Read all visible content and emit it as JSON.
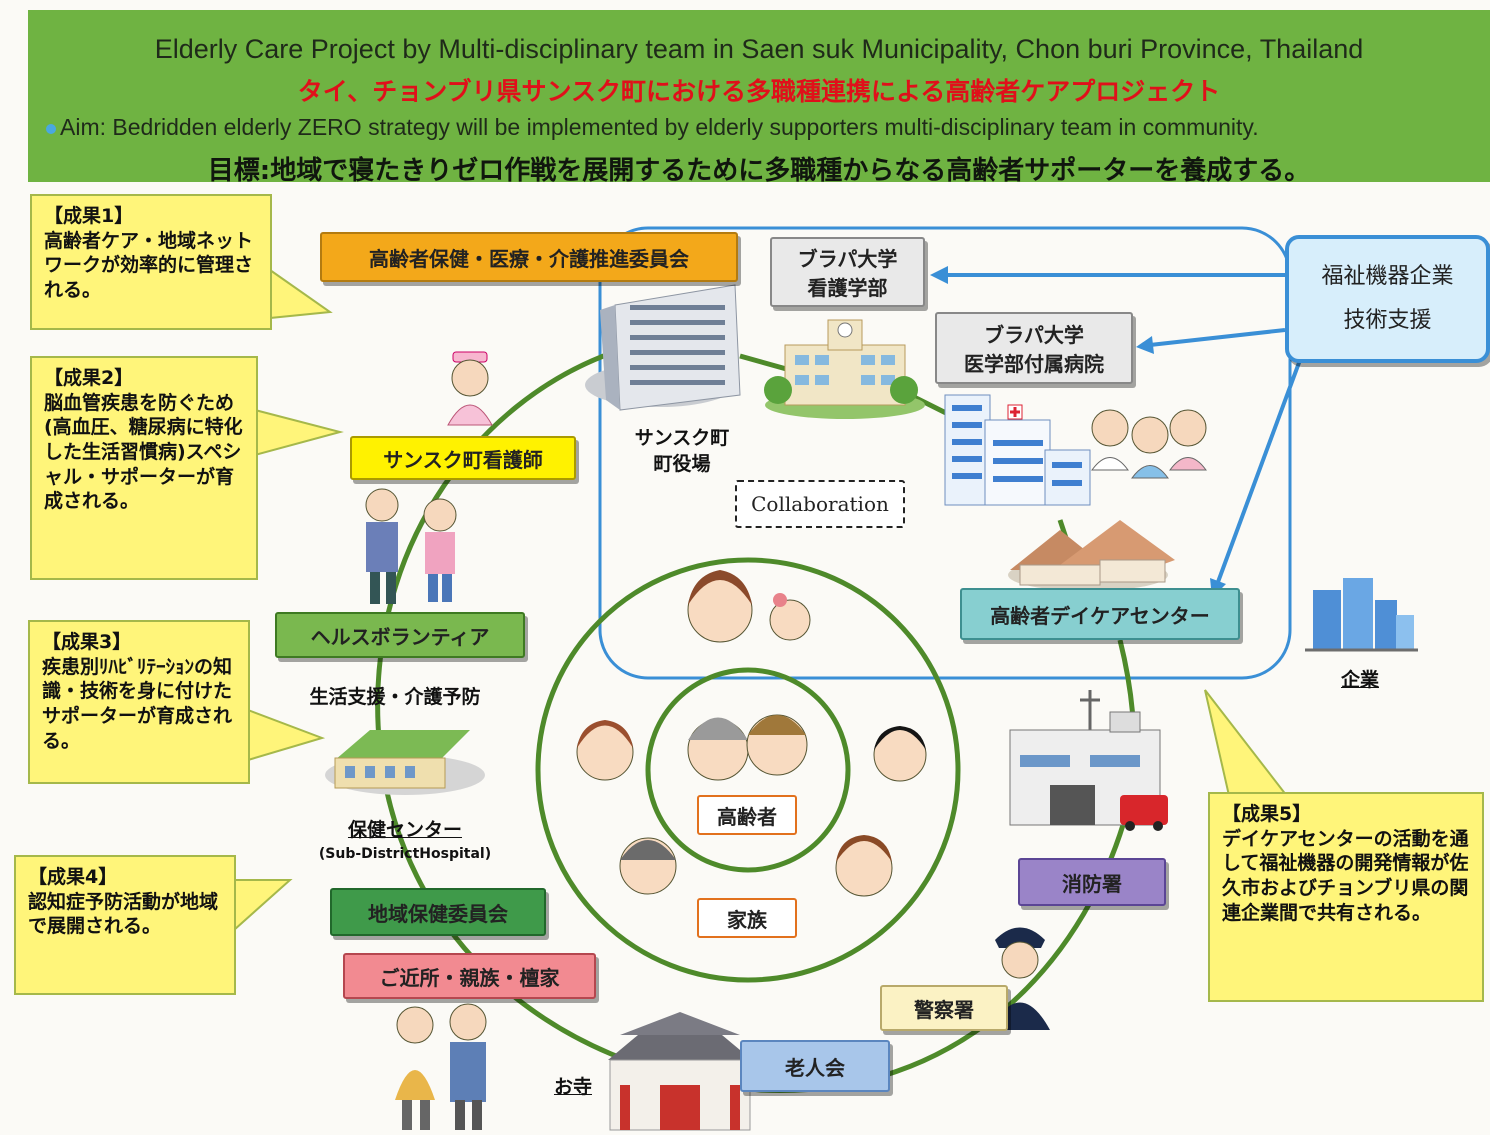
{
  "header": {
    "title_en": "Elderly Care Project by Multi-disciplinary team in Saen suk Municipality, Chon buri Province, Thailand",
    "title_jp": "タイ、チョンブリ県サンスク町における多職種連携による高齢者ケアプロジェクト",
    "aim_label": "Aim:",
    "aim_text": "Bedridden elderly ZERO strategy will be implemented by elderly supporters multi-disciplinary team in community.",
    "goal_jp": "目標:地域で寝たきりゼロ作戦を展開するために多職種からなる高齢者サポーターを養成する。"
  },
  "outcomes": [
    {
      "title": "【成果1】",
      "text": "高齢者ケア・地域ネットワークが効率的に管理される。"
    },
    {
      "title": "【成果2】",
      "text": "脳血管疾患を防ぐため(高血圧、糖尿病に特化した生活習慣病)スペシャル・サポーターが育成される。"
    },
    {
      "title": "【成果3】",
      "text": "疾患別ﾘﾊﾋﾞﾘﾃｰｼｮﾝの知識・技術を身に付けたサポーターが育成される。"
    },
    {
      "title": "【成果4】",
      "text": "認知症予防活動が地域で展開される。"
    },
    {
      "title": "【成果5】",
      "text": "デイケアセンターの活動を通して福祉機器の開発情報が佐久市およびチョンブリ県の関連企業間で共有される。"
    }
  ],
  "labels": {
    "committee": "高齢者保健・医療・介護推進委員会",
    "nursing_faculty": "ブラパ大学\n看護学部",
    "univ_hospital": "ブラパ大学\n医学部付属病院",
    "welfare_company": "福祉機器企業\n技術支援",
    "town_office": "サンスク町\n町役場",
    "collaboration": "Collaboration",
    "town_nurse": "サンスク町看護師",
    "health_volunteer": "ヘルスボランティア",
    "life_support": "生活支援・介護予防",
    "health_center": "保健センター",
    "health_center_en": "(Sub-DistrictHospital)",
    "daycare": "高齢者デイケアセンター",
    "company": "企業",
    "elderly": "高齢者",
    "family": "家族",
    "fire_station": "消防署",
    "police": "警察署",
    "community_committee": "地域保健委員会",
    "neighbors": "ご近所・親族・檀家",
    "elders_club": "老人会",
    "temple": "お寺"
  },
  "colors": {
    "header_green": "#6fb342",
    "title_red": "#e0101a",
    "callout_yellow": "#fff57a",
    "ring_green": "#4e8a2a",
    "collab_blue": "#3a8fd6"
  }
}
